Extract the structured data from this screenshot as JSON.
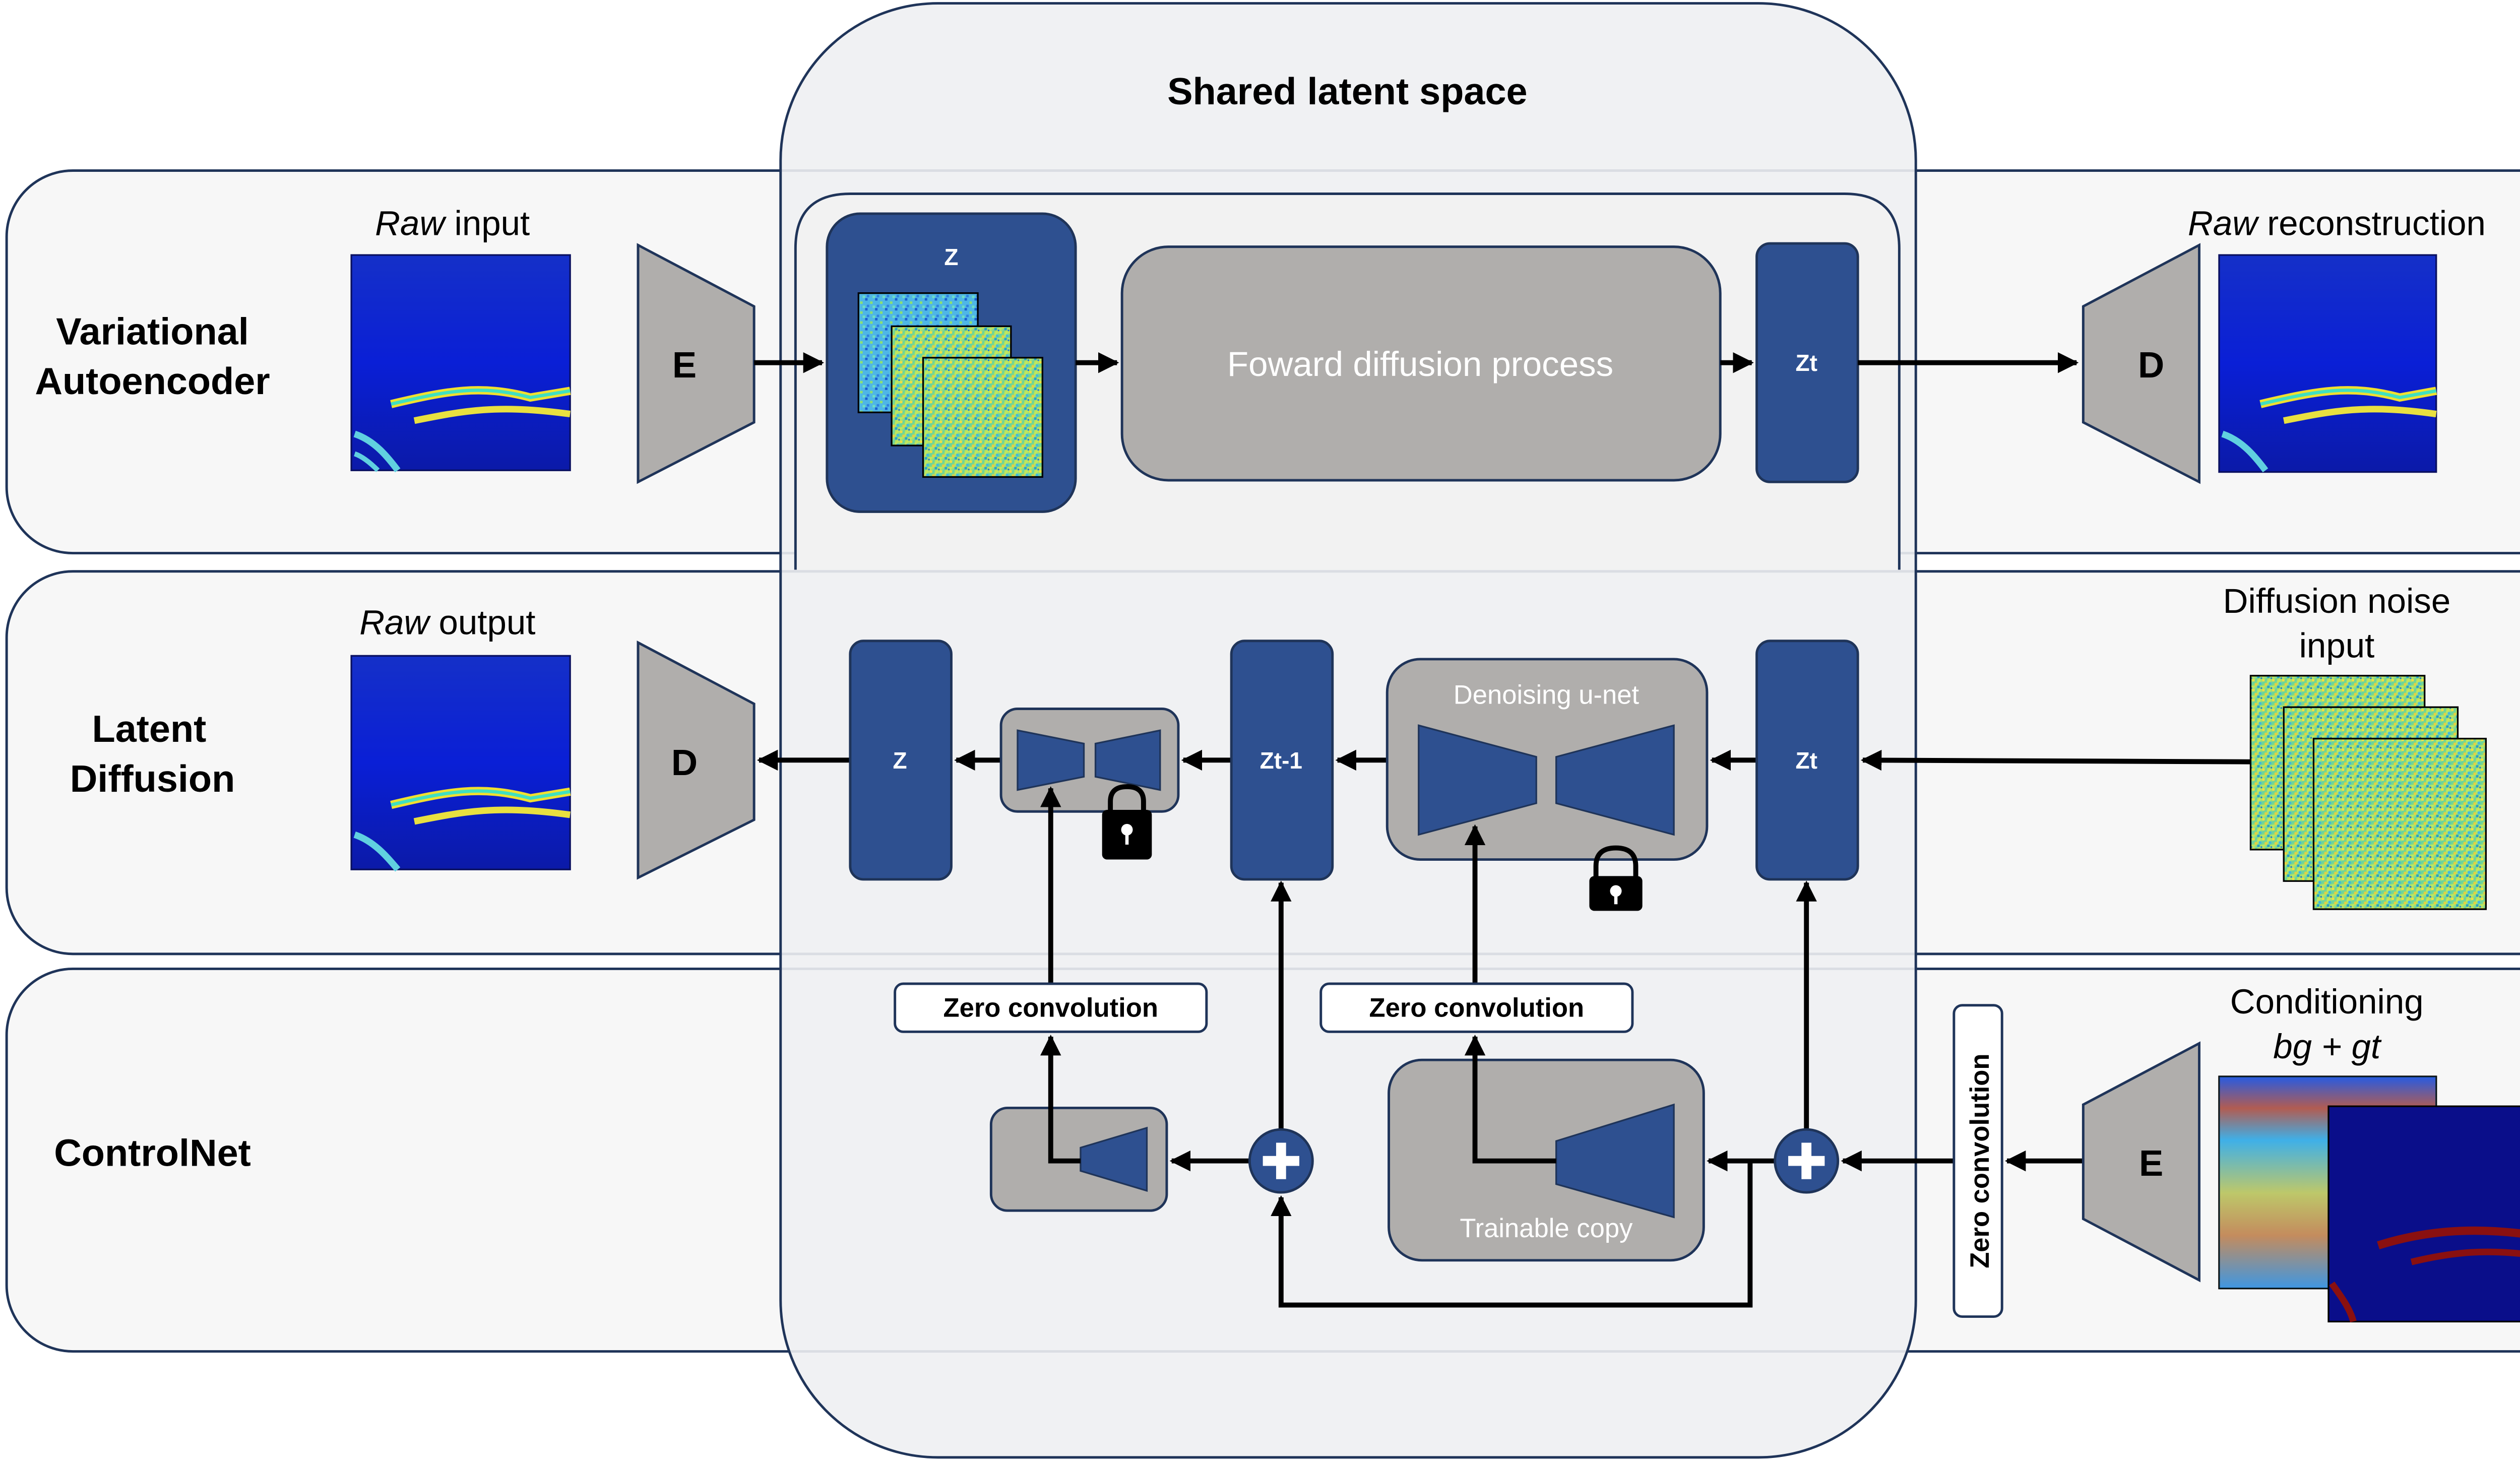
{
  "colors": {
    "navy": "#2e5090",
    "gray": "#b0aeac",
    "panel_bg": "#f7f7f7",
    "latent_bg": "#eef0f2",
    "border": "#1f3459",
    "arrow": "#000000",
    "white": "#ffffff"
  },
  "rows": {
    "vae": {
      "line1": "Variational",
      "line2": "Autoencoder"
    },
    "ld": {
      "line1": "Latent",
      "line2": "Diffusion"
    },
    "cn": {
      "line1": "ControlNet"
    }
  },
  "shared_title": "Shared latent space",
  "vae": {
    "raw_input_italic": "Raw",
    "raw_input_rest": " input",
    "encoder": "E",
    "z": "Z",
    "forward": "Foward diffusion process",
    "zt": "Zt",
    "decoder": "D",
    "recon_italic": "Raw",
    "recon_rest": " reconstruction"
  },
  "ld": {
    "raw_output_italic": "Raw",
    "raw_output_rest": " output",
    "decoder": "D",
    "z": "Z",
    "zt1": "Zt-1",
    "unet": "Denoising u-net",
    "zt": "Zt",
    "noise_line1": "Diffusion noise",
    "noise_line2": "input"
  },
  "cn": {
    "zero_conv_1": "Zero convolution",
    "zero_conv_2": "Zero convolution",
    "zero_conv_vertical": "Zero convolution",
    "trainable": "Trainable copy",
    "encoder": "E",
    "cond_line1": "Conditioning",
    "cond_line2": "bg + gt"
  },
  "icons": {
    "lock": "lock-icon",
    "plus": "plus-circle-icon"
  }
}
